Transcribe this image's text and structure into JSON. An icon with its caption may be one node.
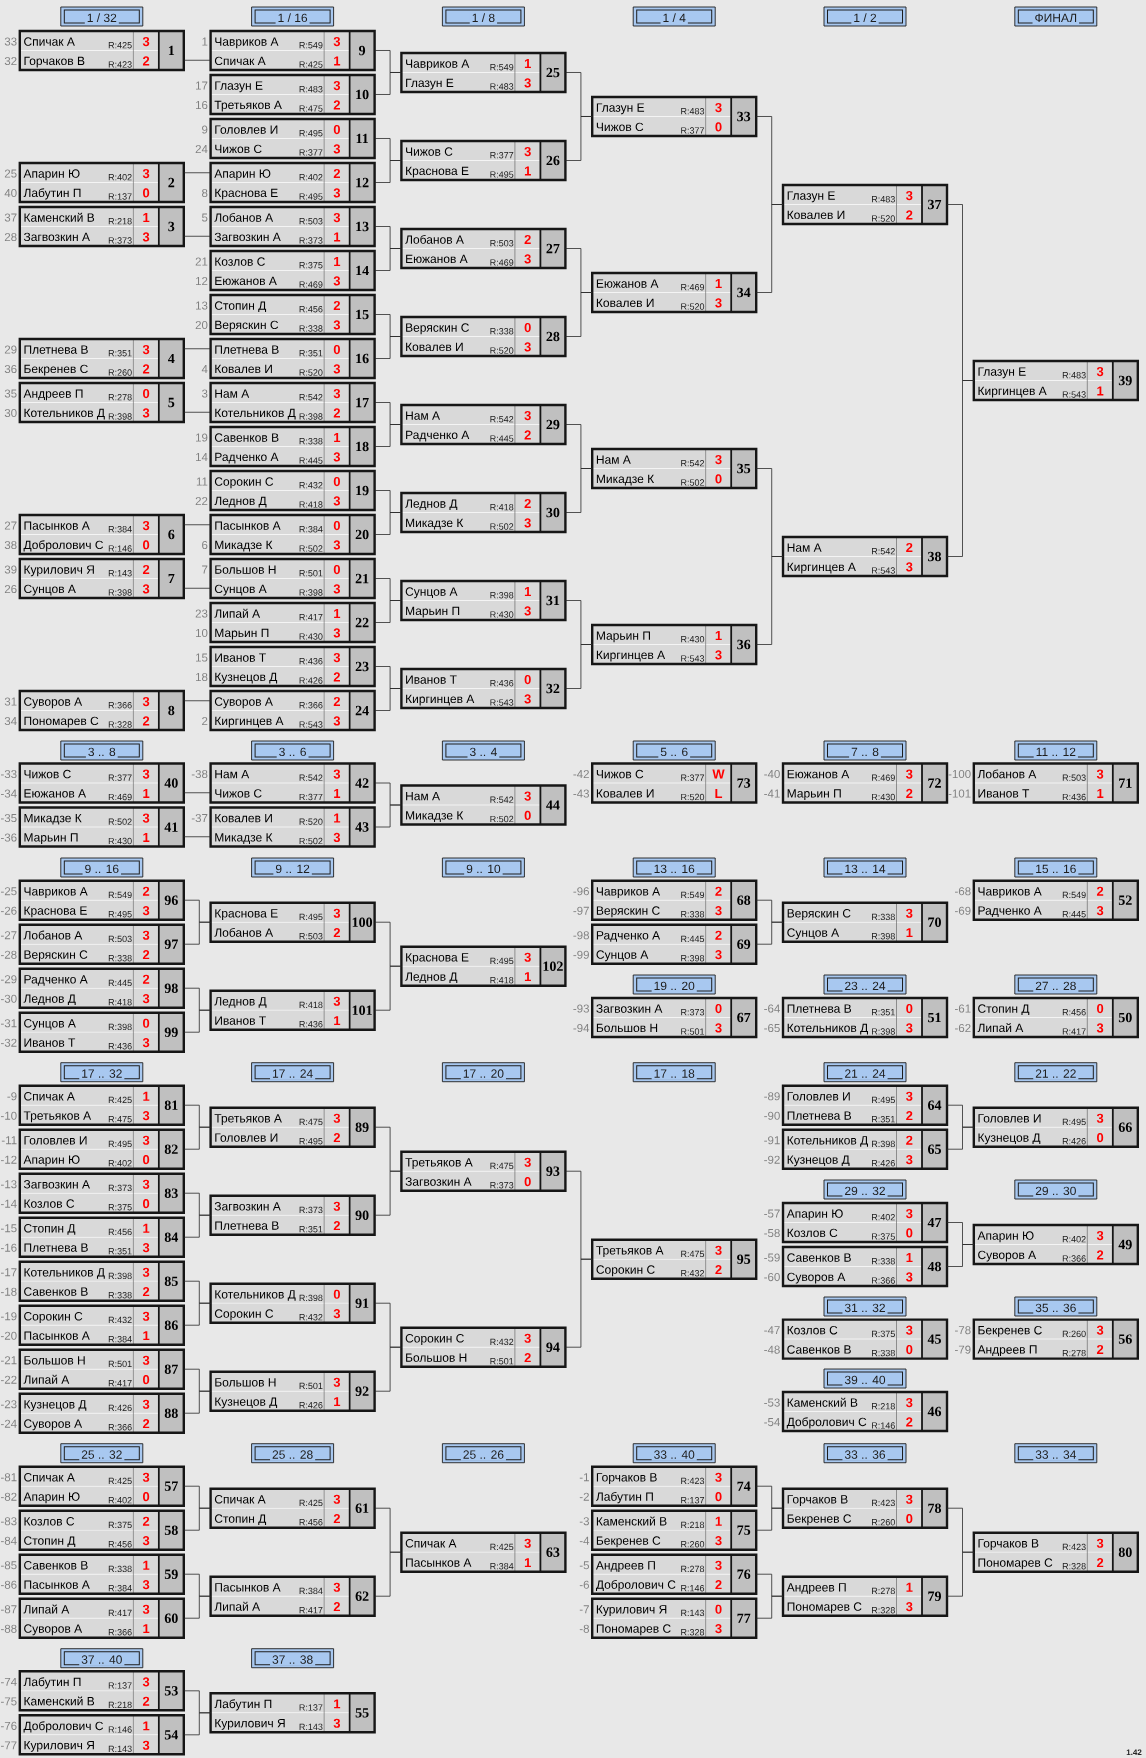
{
  "diagram": {
    "nodes": [
      {
        "text": [
          "1 / 32"
        ]
      },
      {
        "text": [
          "1 / 16"
        ]
      },
      {
        "text": [
          "1 / 8"
        ]
      },
      {
        "text": [
          "1 / 4"
        ]
      },
      {
        "text": [
          "1 / 2"
        ]
      },
      {
        "text": [
          "ФИНАЛ"
        ]
      },
      {
        "text": [
          "Спичак А",
          "R:425",
          "3",
          "Горчаков В",
          "R:423",
          "2",
          "1"
        ],
        "beside": [
          "33",
          "32"
        ]
      },
      {
        "text": [
          "Апарин Ю",
          "R:402",
          "3",
          "Лабутин П",
          "R:137",
          "0",
          "2"
        ],
        "beside": [
          "25",
          "40"
        ]
      },
      {
        "text": [
          "Каменский В",
          "R:218",
          "1",
          "Загвозкин А",
          "R:373",
          "3",
          "3"
        ],
        "beside": [
          "37",
          "28"
        ]
      },
      {
        "text": [
          "Плетнева В",
          "R:351",
          "3",
          "Бекренев С",
          "R:260",
          "2",
          "4"
        ],
        "beside": [
          "29",
          "36"
        ]
      },
      {
        "text": [
          "Андреев П",
          "R:278",
          "0",
          "Котельников Д",
          "R:398",
          "3",
          "5"
        ],
        "beside": [
          "35",
          "30"
        ]
      },
      {
        "text": [
          "Пасынков А",
          "R:384",
          "3",
          "Добролович С",
          "R:146",
          "0",
          "6"
        ],
        "beside": [
          "27",
          "38"
        ]
      },
      {
        "text": [
          "Курилович Я",
          "R:143",
          "2",
          "Сунцов А",
          "R:398",
          "3",
          "7"
        ],
        "beside": [
          "39",
          "26"
        ]
      },
      {
        "text": [
          "Суворов А",
          "R:366",
          "3",
          "Пономарев С",
          "R:328",
          "2",
          "8"
        ],
        "beside": [
          "31",
          "34"
        ]
      },
      {
        "text": [
          "Чавриков А",
          "R:549",
          "3",
          "Спичак А",
          "R:425",
          "1",
          "9"
        ],
        "beside": [
          "1"
        ]
      },
      {
        "text": [
          "Глазун Е",
          "R:483",
          "3",
          "Третьяков А",
          "R:475",
          "2",
          "10"
        ],
        "beside": [
          "17",
          "16"
        ]
      },
      {
        "text": [
          "Головлев И",
          "R:495",
          "0",
          "Чижов С",
          "R:377",
          "3",
          "11"
        ],
        "beside": [
          "9",
          "24"
        ]
      },
      {
        "text": [
          "Апарин Ю",
          "R:402",
          "2",
          "Краснова Е",
          "R:495",
          "3",
          "12"
        ],
        "beside": [
          "8"
        ]
      },
      {
        "text": [
          "Лобанов А",
          "R:503",
          "3",
          "Загвозкин А",
          "R:373",
          "1",
          "13"
        ],
        "beside": [
          "5"
        ]
      },
      {
        "text": [
          "Козлов С",
          "R:375",
          "1",
          "Еюжанов А",
          "R:469",
          "3",
          "14"
        ],
        "beside": [
          "21",
          "12"
        ]
      },
      {
        "text": [
          "Стопин Д",
          "R:456",
          "2",
          "Веряскин С",
          "R:338",
          "3",
          "15"
        ],
        "beside": [
          "13",
          "20"
        ]
      },
      {
        "text": [
          "Плетнева В",
          "R:351",
          "0",
          "Ковалев И",
          "R:520",
          "3",
          "16"
        ],
        "beside": [
          "4"
        ]
      },
      {
        "text": [
          "Нам А",
          "R:542",
          "3",
          "Котельников Д",
          "R:398",
          "2",
          "17"
        ],
        "beside": [
          "3"
        ]
      },
      {
        "text": [
          "Савенков В",
          "R:338",
          "1",
          "Радченко А",
          "R:445",
          "3",
          "18"
        ],
        "beside": [
          "19",
          "14"
        ]
      },
      {
        "text": [
          "Сорокин С",
          "R:432",
          "0",
          "Леднов Д",
          "R:418",
          "3",
          "19"
        ],
        "beside": [
          "11",
          "22"
        ]
      },
      {
        "text": [
          "Пасынков А",
          "R:384",
          "0",
          "Микадзе К",
          "R:502",
          "3",
          "20"
        ],
        "beside": [
          "6"
        ]
      },
      {
        "text": [
          "Большов Н",
          "R:501",
          "0",
          "Сунцов А",
          "R:398",
          "3",
          "21"
        ],
        "beside": [
          "7"
        ]
      },
      {
        "text": [
          "Липай А",
          "R:417",
          "1",
          "Марьин П",
          "R:430",
          "3",
          "22"
        ],
        "beside": [
          "23",
          "10"
        ]
      },
      {
        "text": [
          "Иванов Т",
          "R:436",
          "3",
          "Кузнецов Д",
          "R:426",
          "2",
          "23"
        ],
        "beside": [
          "15",
          "18"
        ]
      },
      {
        "text": [
          "Суворов А",
          "R:366",
          "2",
          "Киргинцев А",
          "R:543",
          "3",
          "24"
        ],
        "beside": [
          "2"
        ]
      },
      {
        "text": [
          "Чавриков А",
          "R:549",
          "1",
          "Глазун Е",
          "R:483",
          "3",
          "25"
        ]
      },
      {
        "text": [
          "Чижов С",
          "R:377",
          "3",
          "Краснова Е",
          "R:495",
          "1",
          "26"
        ]
      },
      {
        "text": [
          "Лобанов А",
          "R:503",
          "2",
          "Еюжанов А",
          "R:469",
          "3",
          "27"
        ]
      },
      {
        "text": [
          "Веряскин С",
          "R:338",
          "0",
          "Ковалев И",
          "R:520",
          "3",
          "28"
        ]
      },
      {
        "text": [
          "Нам А",
          "R:542",
          "3",
          "Радченко А",
          "R:445",
          "2",
          "29"
        ]
      },
      {
        "text": [
          "Леднов Д",
          "R:418",
          "2",
          "Микадзе К",
          "R:502",
          "3",
          "30"
        ]
      },
      {
        "text": [
          "Сунцов А",
          "R:398",
          "1",
          "Марьин П",
          "R:430",
          "3",
          "31"
        ]
      },
      {
        "text": [
          "Иванов Т",
          "R:436",
          "0",
          "Киргинцев А",
          "R:543",
          "3",
          "32"
        ]
      },
      {
        "text": [
          "Глазун Е",
          "R:483",
          "3",
          "Чижов С",
          "R:377",
          "0",
          "33"
        ]
      },
      {
        "text": [
          "Еюжанов А",
          "R:469",
          "1",
          "Ковалев И",
          "R:520",
          "3",
          "34"
        ]
      },
      {
        "text": [
          "Нам А",
          "R:542",
          "3",
          "Микадзе К",
          "R:502",
          "0",
          "35"
        ]
      },
      {
        "text": [
          "Марьин П",
          "R:430",
          "1",
          "Киргинцев А",
          "R:543",
          "3",
          "36"
        ]
      },
      {
        "text": [
          "Глазун Е",
          "R:483",
          "3",
          "Ковалев И",
          "R:520",
          "2",
          "37"
        ]
      },
      {
        "text": [
          "Нам А",
          "R:542",
          "2",
          "Киргинцев А",
          "R:543",
          "3",
          "38"
        ]
      },
      {
        "text": [
          "Глазун Е",
          "R:483",
          "3",
          "Киргинцев А",
          "R:543",
          "1",
          "39"
        ]
      },
      {
        "text": [
          "3 .. 8"
        ]
      },
      {
        "text": [
          "3 .. 6"
        ]
      },
      {
        "text": [
          "3 .. 4"
        ]
      },
      {
        "text": [
          "5 .. 6"
        ]
      },
      {
        "text": [
          "7 .. 8"
        ]
      },
      {
        "text": [
          "11 .. 12"
        ]
      },
      {
        "text": [
          "Чижов С",
          "R:377",
          "3",
          "Еюжанов А",
          "R:469",
          "1",
          "40"
        ],
        "beside": [
          "-33",
          "-34"
        ]
      },
      {
        "text": [
          "Микадзе К",
          "R:502",
          "3",
          "Марьин П",
          "R:430",
          "1",
          "41"
        ],
        "beside": [
          "-35",
          "-36"
        ]
      },
      {
        "text": [
          "Нам А",
          "R:542",
          "3",
          "Чижов С",
          "R:377",
          "1",
          "42"
        ],
        "beside": [
          "-38"
        ]
      },
      {
        "text": [
          "Ковалев И",
          "R:520",
          "1",
          "Микадзе К",
          "R:502",
          "3",
          "43"
        ],
        "beside": [
          "-37"
        ]
      },
      {
        "text": [
          "Нам А",
          "R:542",
          "3",
          "Микадзе К",
          "R:502",
          "0",
          "44"
        ]
      },
      {
        "text": [
          "Чижов С",
          "R:377",
          "W",
          "Ковалев И",
          "R:520",
          "L",
          "73"
        ],
        "beside": [
          "-42",
          "-43"
        ]
      },
      {
        "text": [
          "Еюжанов А",
          "R:469",
          "3",
          "Марьин П",
          "R:430",
          "2",
          "72"
        ],
        "beside": [
          "-40",
          "-41"
        ]
      },
      {
        "text": [
          "Лобанов А",
          "R:503",
          "3",
          "Иванов Т",
          "R:436",
          "1",
          "71"
        ],
        "beside": [
          "-100",
          "-101"
        ]
      },
      {
        "text": [
          "9 .. 16"
        ]
      },
      {
        "text": [
          "9 .. 12"
        ]
      },
      {
        "text": [
          "9 .. 10"
        ]
      },
      {
        "text": [
          "13 .. 16"
        ]
      },
      {
        "text": [
          "13 .. 14"
        ]
      },
      {
        "text": [
          "15 .. 16"
        ]
      },
      {
        "text": [
          "Чавриков А",
          "R:549",
          "2",
          "Краснова Е",
          "R:495",
          "3",
          "96"
        ],
        "beside": [
          "-25",
          "-26"
        ]
      },
      {
        "text": [
          "Лобанов А",
          "R:503",
          "3",
          "Веряскин С",
          "R:338",
          "2",
          "97"
        ],
        "beside": [
          "-27",
          "-28"
        ]
      },
      {
        "text": [
          "Радченко А",
          "R:445",
          "2",
          "Леднов Д",
          "R:418",
          "3",
          "98"
        ],
        "beside": [
          "-29",
          "-30"
        ]
      },
      {
        "text": [
          "Сунцов А",
          "R:398",
          "0",
          "Иванов Т",
          "R:436",
          "3",
          "99"
        ],
        "beside": [
          "-31",
          "-32"
        ]
      },
      {
        "text": [
          "Краснова Е",
          "R:495",
          "3",
          "Лобанов А",
          "R:503",
          "2",
          "100"
        ]
      },
      {
        "text": [
          "Леднов Д",
          "R:418",
          "3",
          "Иванов Т",
          "R:436",
          "1",
          "101"
        ]
      },
      {
        "text": [
          "Краснова Е",
          "R:495",
          "3",
          "Леднов Д",
          "R:418",
          "1",
          "102"
        ]
      },
      {
        "text": [
          "Чавриков А",
          "R:549",
          "2",
          "Веряскин С",
          "R:338",
          "3",
          "68"
        ],
        "beside": [
          "-96",
          "-97"
        ]
      },
      {
        "text": [
          "Радченко А",
          "R:445",
          "2",
          "Сунцов А",
          "R:398",
          "3",
          "69"
        ],
        "beside": [
          "-98",
          "-99"
        ]
      },
      {
        "text": [
          "Веряскин С",
          "R:338",
          "3",
          "Сунцов А",
          "R:398",
          "1",
          "70"
        ]
      },
      {
        "text": [
          "Чавриков А",
          "R:549",
          "2",
          "Радченко А",
          "R:445",
          "3",
          "52"
        ],
        "beside": [
          "-68",
          "-69"
        ]
      },
      {
        "text": [
          "19 .. 20"
        ]
      },
      {
        "text": [
          "23 .. 24"
        ]
      },
      {
        "text": [
          "27 .. 28"
        ]
      },
      {
        "text": [
          "Загвозкин А",
          "R:373",
          "0",
          "Большов Н",
          "R:501",
          "3",
          "67"
        ],
        "beside": [
          "-93",
          "-94"
        ]
      },
      {
        "text": [
          "Плетнева В",
          "R:351",
          "0",
          "Котельников Д",
          "R:398",
          "3",
          "51"
        ],
        "beside": [
          "-64",
          "-65"
        ]
      },
      {
        "text": [
          "Стопин Д",
          "R:456",
          "0",
          "Липай А",
          "R:417",
          "3",
          "50"
        ],
        "beside": [
          "-61",
          "-62"
        ]
      },
      {
        "text": [
          "17 .. 32"
        ]
      },
      {
        "text": [
          "17 .. 24"
        ]
      },
      {
        "text": [
          "17 .. 20"
        ]
      },
      {
        "text": [
          "17 .. 18"
        ]
      },
      {
        "text": [
          "21 .. 24"
        ]
      },
      {
        "text": [
          "21 .. 22"
        ]
      },
      {
        "text": [
          "Спичак А",
          "R:425",
          "1",
          "Третьяков А",
          "R:475",
          "3",
          "81"
        ],
        "beside": [
          "-9",
          "-10"
        ]
      },
      {
        "text": [
          "Головлев И",
          "R:495",
          "3",
          "Апарин Ю",
          "R:402",
          "0",
          "82"
        ],
        "beside": [
          "-11",
          "-12"
        ]
      },
      {
        "text": [
          "Загвозкин А",
          "R:373",
          "3",
          "Козлов С",
          "R:375",
          "0",
          "83"
        ],
        "beside": [
          "-13",
          "-14"
        ]
      },
      {
        "text": [
          "Стопин Д",
          "R:456",
          "1",
          "Плетнева В",
          "R:351",
          "3",
          "84"
        ],
        "beside": [
          "-15",
          "-16"
        ]
      },
      {
        "text": [
          "Котельников Д",
          "R:398",
          "3",
          "Савенков В",
          "R:338",
          "2",
          "85"
        ],
        "beside": [
          "-17",
          "-18"
        ]
      },
      {
        "text": [
          "Сорокин С",
          "R:432",
          "3",
          "Пасынков А",
          "R:384",
          "1",
          "86"
        ],
        "beside": [
          "-19",
          "-20"
        ]
      },
      {
        "text": [
          "Большов Н",
          "R:501",
          "3",
          "Липай А",
          "R:417",
          "0",
          "87"
        ],
        "beside": [
          "-21",
          "-22"
        ]
      },
      {
        "text": [
          "Кузнецов Д",
          "R:426",
          "3",
          "Суворов А",
          "R:366",
          "2",
          "88"
        ],
        "beside": [
          "-23",
          "-24"
        ]
      },
      {
        "text": [
          "Третьяков А",
          "R:475",
          "3",
          "Головлев И",
          "R:495",
          "2",
          "89"
        ]
      },
      {
        "text": [
          "Загвозкин А",
          "R:373",
          "3",
          "Плетнева В",
          "R:351",
          "2",
          "90"
        ]
      },
      {
        "text": [
          "Котельников Д",
          "R:398",
          "0",
          "Сорокин С",
          "R:432",
          "3",
          "91"
        ]
      },
      {
        "text": [
          "Большов Н",
          "R:501",
          "3",
          "Кузнецов Д",
          "R:426",
          "1",
          "92"
        ]
      },
      {
        "text": [
          "Третьяков А",
          "R:475",
          "3",
          "Загвозкин А",
          "R:373",
          "0",
          "93"
        ]
      },
      {
        "text": [
          "Сорокин С",
          "R:432",
          "3",
          "Большов Н",
          "R:501",
          "2",
          "94"
        ]
      },
      {
        "text": [
          "Третьяков А",
          "R:475",
          "3",
          "Сорокин С",
          "R:432",
          "2",
          "95"
        ]
      },
      {
        "text": [
          "Головлев И",
          "R:495",
          "3",
          "Плетнева В",
          "R:351",
          "2",
          "64"
        ],
        "beside": [
          "-89",
          "-90"
        ]
      },
      {
        "text": [
          "Котельников Д",
          "R:398",
          "2",
          "Кузнецов Д",
          "R:426",
          "3",
          "65"
        ],
        "beside": [
          "-91",
          "-92"
        ]
      },
      {
        "text": [
          "Головлев И",
          "R:495",
          "3",
          "Кузнецов Д",
          "R:426",
          "0",
          "66"
        ]
      },
      {
        "text": [
          "29 .. 32"
        ]
      },
      {
        "text": [
          "29 .. 30"
        ]
      },
      {
        "text": [
          "Апарин Ю",
          "R:402",
          "3",
          "Козлов С",
          "R:375",
          "0",
          "47"
        ],
        "beside": [
          "-57",
          "-58"
        ]
      },
      {
        "text": [
          "Савенков В",
          "R:338",
          "1",
          "Суворов А",
          "R:366",
          "3",
          "48"
        ],
        "beside": [
          "-59",
          "-60"
        ]
      },
      {
        "text": [
          "Апарин Ю",
          "R:402",
          "3",
          "Суворов А",
          "R:366",
          "2",
          "49"
        ]
      },
      {
        "text": [
          "31 .. 32"
        ]
      },
      {
        "text": [
          "35 .. 36"
        ]
      },
      {
        "text": [
          "Козлов С",
          "R:375",
          "3",
          "Савенков В",
          "R:338",
          "0",
          "45"
        ],
        "beside": [
          "-47",
          "-48"
        ]
      },
      {
        "text": [
          "Бекренев С",
          "R:260",
          "3",
          "Андреев П",
          "R:278",
          "2",
          "56"
        ],
        "beside": [
          "-78",
          "-79"
        ]
      },
      {
        "text": [
          "39 .. 40"
        ]
      },
      {
        "text": [
          "Каменский В",
          "R:218",
          "3",
          "Добролович С",
          "R:146",
          "2",
          "46"
        ],
        "beside": [
          "-53",
          "-54"
        ]
      },
      {
        "text": [
          "25 .. 32"
        ]
      },
      {
        "text": [
          "25 .. 28"
        ]
      },
      {
        "text": [
          "25 .. 26"
        ]
      },
      {
        "text": [
          "33 .. 40"
        ]
      },
      {
        "text": [
          "33 .. 36"
        ]
      },
      {
        "text": [
          "33 .. 34"
        ]
      },
      {
        "text": [
          "Спичак А",
          "R:425",
          "3",
          "Апарин Ю",
          "R:402",
          "0",
          "57"
        ],
        "beside": [
          "-81",
          "-82"
        ]
      },
      {
        "text": [
          "Козлов С",
          "R:375",
          "2",
          "Стопин Д",
          "R:456",
          "3",
          "58"
        ],
        "beside": [
          "-83",
          "-84"
        ]
      },
      {
        "text": [
          "Савенков В",
          "R:338",
          "1",
          "Пасынков А",
          "R:384",
          "3",
          "59"
        ],
        "beside": [
          "-85",
          "-86"
        ]
      },
      {
        "text": [
          "Липай А",
          "R:417",
          "3",
          "Суворов А",
          "R:366",
          "1",
          "60"
        ],
        "beside": [
          "-87",
          "-88"
        ]
      },
      {
        "text": [
          "Спичак А",
          "R:425",
          "3",
          "Стопин Д",
          "R:456",
          "2",
          "61"
        ]
      },
      {
        "text": [
          "Пасынков А",
          "R:384",
          "3",
          "Липай А",
          "R:417",
          "2",
          "62"
        ]
      },
      {
        "text": [
          "Спичак А",
          "R:425",
          "3",
          "Пасынков А",
          "R:384",
          "1",
          "63"
        ]
      },
      {
        "text": [
          "Горчаков В",
          "R:423",
          "3",
          "Лабутин П",
          "R:137",
          "0",
          "74"
        ],
        "beside": [
          "-1",
          "-2"
        ]
      },
      {
        "text": [
          "Каменский В",
          "R:218",
          "1",
          "Бекренев С",
          "R:260",
          "3",
          "75"
        ],
        "beside": [
          "-3",
          "-4"
        ]
      },
      {
        "text": [
          "Андреев П",
          "R:278",
          "3",
          "Добролович С",
          "R:146",
          "2",
          "76"
        ],
        "beside": [
          "-5",
          "-6"
        ]
      },
      {
        "text": [
          "Курилович Я",
          "R:143",
          "0",
          "Пономарев С",
          "R:328",
          "3",
          "77"
        ],
        "beside": [
          "-7",
          "-8"
        ]
      },
      {
        "text": [
          "Горчаков В",
          "R:423",
          "3",
          "Бекренев С",
          "R:260",
          "0",
          "78"
        ]
      },
      {
        "text": [
          "Андреев П",
          "R:278",
          "1",
          "Пономарев С",
          "R:328",
          "3",
          "79"
        ]
      },
      {
        "text": [
          "Горчаков В",
          "R:423",
          "3",
          "Пономарев С",
          "R:328",
          "2",
          "80"
        ]
      },
      {
        "text": [
          "37 .. 40"
        ]
      },
      {
        "text": [
          "37 .. 38"
        ]
      },
      {
        "text": [
          "Лабутин П",
          "R:137",
          "3",
          "Каменский В",
          "R:218",
          "2",
          "53"
        ],
        "beside": [
          "-74",
          "-75"
        ]
      },
      {
        "text": [
          "Добролович С",
          "R:146",
          "1",
          "Курилович Я",
          "R:143",
          "3",
          "54"
        ],
        "beside": [
          "-76",
          "-77"
        ]
      },
      {
        "text": [
          "Лабутин П",
          "R:137",
          "1",
          "Курилович Я",
          "R:143",
          "3",
          "55"
        ]
      }
    ],
    "edges": [
      {
        "from": 6,
        "to": 14,
        "arrow": "none"
      },
      {
        "from": 7,
        "to": 17,
        "arrow": "none"
      },
      {
        "from": 8,
        "to": 18,
        "arrow": "none"
      },
      {
        "from": 9,
        "to": 21,
        "arrow": "none"
      },
      {
        "from": 10,
        "to": 22,
        "arrow": "none"
      },
      {
        "from": 11,
        "to": 25,
        "arrow": "none"
      },
      {
        "from": 12,
        "to": 26,
        "arrow": "none"
      },
      {
        "from": 13,
        "to": 29,
        "arrow": "none"
      },
      {
        "from": 14,
        "to": 30,
        "arrow": "none"
      },
      {
        "from": 15,
        "to": 30,
        "arrow": "none"
      },
      {
        "from": 16,
        "to": 31,
        "arrow": "none"
      },
      {
        "from": 17,
        "to": 31,
        "arrow": "none"
      },
      {
        "from": 18,
        "to": 32,
        "arrow": "none"
      },
      {
        "from": 19,
        "to": 32,
        "arrow": "none"
      },
      {
        "from": 20,
        "to": 33,
        "arrow": "none"
      },
      {
        "from": 21,
        "to": 33,
        "arrow": "none"
      },
      {
        "from": 22,
        "to": 34,
        "arrow": "none"
      },
      {
        "from": 23,
        "to": 34,
        "arrow": "none"
      },
      {
        "from": 24,
        "to": 35,
        "arrow": "none"
      },
      {
        "from": 25,
        "to": 35,
        "arrow": "none"
      },
      {
        "from": 26,
        "to": 36,
        "arrow": "none"
      },
      {
        "from": 27,
        "to": 36,
        "arrow": "none"
      },
      {
        "from": 28,
        "to": 37,
        "arrow": "none"
      },
      {
        "from": 29,
        "to": 37,
        "arrow": "none"
      },
      {
        "from": 30,
        "to": 38,
        "arrow": "none"
      },
      {
        "from": 31,
        "to": 38,
        "arrow": "none"
      },
      {
        "from": 32,
        "to": 39,
        "arrow": "none"
      },
      {
        "from": 33,
        "to": 39,
        "arrow": "none"
      },
      {
        "from": 34,
        "to": 40,
        "arrow": "none"
      },
      {
        "from": 35,
        "to": 40,
        "arrow": "none"
      },
      {
        "from": 36,
        "to": 41,
        "arrow": "none"
      },
      {
        "from": 37,
        "to": 41,
        "arrow": "none"
      },
      {
        "from": 38,
        "to": 42,
        "arrow": "none"
      },
      {
        "from": 39,
        "to": 42,
        "arrow": "none"
      },
      {
        "from": 40,
        "to": 43,
        "arrow": "none"
      },
      {
        "from": 41,
        "to": 43,
        "arrow": "none"
      },
      {
        "from": 42,
        "to": 44,
        "arrow": "none"
      },
      {
        "from": 43,
        "to": 44,
        "arrow": "none"
      },
      {
        "from": 51,
        "to": 53,
        "arrow": "none"
      },
      {
        "from": 52,
        "to": 54,
        "arrow": "none"
      },
      {
        "from": 53,
        "to": 55,
        "arrow": "none"
      },
      {
        "from": 54,
        "to": 55,
        "arrow": "none"
      },
      {
        "from": 65,
        "to": 69,
        "arrow": "none"
      },
      {
        "from": 66,
        "to": 69,
        "arrow": "none"
      },
      {
        "from": 67,
        "to": 70,
        "arrow": "none"
      },
      {
        "from": 68,
        "to": 70,
        "arrow": "none"
      },
      {
        "from": 69,
        "to": 71,
        "arrow": "none"
      },
      {
        "from": 70,
        "to": 71,
        "arrow": "none"
      },
      {
        "from": 72,
        "to": 74,
        "arrow": "none"
      },
      {
        "from": 73,
        "to": 74,
        "arrow": "none"
      },
      {
        "from": 88,
        "to": 96,
        "arrow": "none"
      },
      {
        "from": 89,
        "to": 96,
        "arrow": "none"
      },
      {
        "from": 90,
        "to": 97,
        "arrow": "none"
      },
      {
        "from": 91,
        "to": 97,
        "arrow": "none"
      },
      {
        "from": 92,
        "to": 98,
        "arrow": "none"
      },
      {
        "from": 93,
        "to": 98,
        "arrow": "none"
      },
      {
        "from": 94,
        "to": 99,
        "arrow": "none"
      },
      {
        "from": 95,
        "to": 99,
        "arrow": "none"
      },
      {
        "from": 96,
        "to": 100,
        "arrow": "none"
      },
      {
        "from": 97,
        "to": 100,
        "arrow": "none"
      },
      {
        "from": 98,
        "to": 101,
        "arrow": "none"
      },
      {
        "from": 99,
        "to": 101,
        "arrow": "none"
      },
      {
        "from": 100,
        "to": 102,
        "arrow": "none"
      },
      {
        "from": 101,
        "to": 102,
        "arrow": "none"
      },
      {
        "from": 103,
        "to": 105,
        "arrow": "none"
      },
      {
        "from": 104,
        "to": 105,
        "arrow": "none"
      },
      {
        "from": 108,
        "to": 110,
        "arrow": "none"
      },
      {
        "from": 109,
        "to": 110,
        "arrow": "none"
      },
      {
        "from": 123,
        "to": 127,
        "arrow": "none"
      },
      {
        "from": 124,
        "to": 127,
        "arrow": "none"
      },
      {
        "from": 125,
        "to": 128,
        "arrow": "none"
      },
      {
        "from": 126,
        "to": 128,
        "arrow": "none"
      },
      {
        "from": 127,
        "to": 129,
        "arrow": "none"
      },
      {
        "from": 128,
        "to": 129,
        "arrow": "none"
      },
      {
        "from": 130,
        "to": 134,
        "arrow": "none"
      },
      {
        "from": 131,
        "to": 134,
        "arrow": "none"
      },
      {
        "from": 132,
        "to": 135,
        "arrow": "none"
      },
      {
        "from": 133,
        "to": 135,
        "arrow": "none"
      },
      {
        "from": 134,
        "to": 136,
        "arrow": "none"
      },
      {
        "from": 135,
        "to": 136,
        "arrow": "none"
      },
      {
        "from": 139,
        "to": 141,
        "arrow": "none"
      },
      {
        "from": 140,
        "to": 141,
        "arrow": "none"
      }
    ],
    "labels": [
      "1.42"
    ]
  }
}
